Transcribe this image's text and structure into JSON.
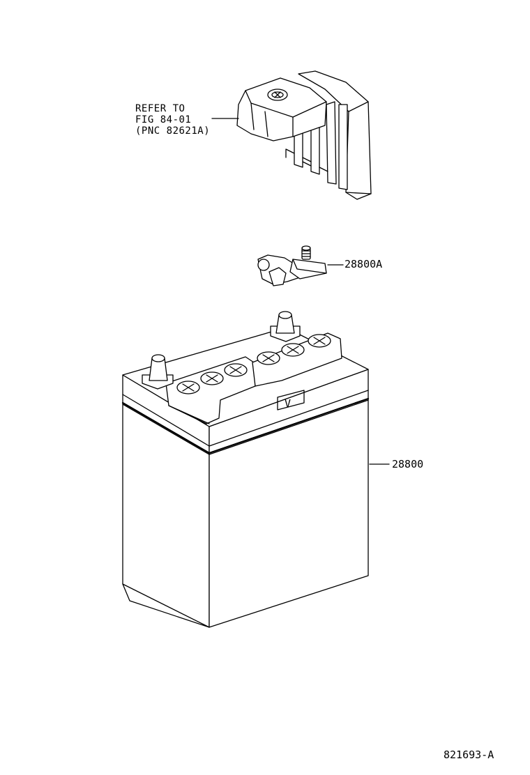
{
  "reference_note": {
    "line1": "REFER TO",
    "line2": "FIG 84-01",
    "line3": "(PNC 82621A)"
  },
  "parts": [
    {
      "id": "terminal",
      "label": "28800A"
    },
    {
      "id": "battery",
      "label": "28800"
    }
  ],
  "battery_mark": "V",
  "figure_code": "821693-A"
}
